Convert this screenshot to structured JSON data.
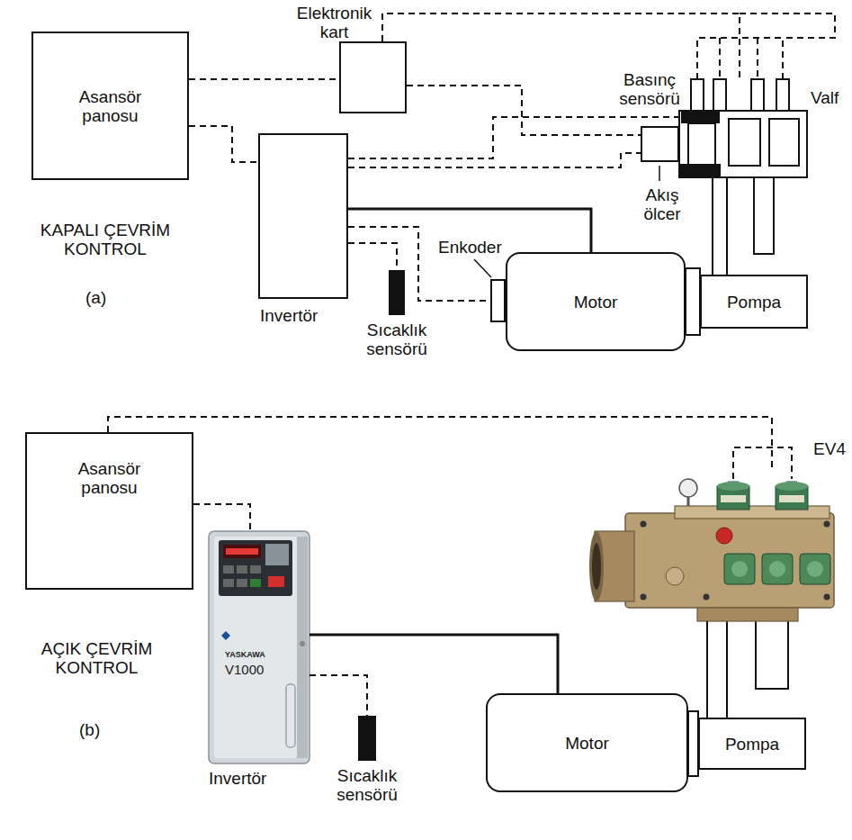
{
  "diagram": {
    "nodes": [
      {
        "text": [
          "Elektronik kart"
        ]
      },
      {
        "text": [
          "Asansör panosu"
        ]
      },
      {
        "text": [
          "Valf"
        ]
      },
      {
        "text": [
          "Basınç sensörü"
        ],
        "in": 2
      },
      {
        "text": [
          "Akış ölcer"
        ]
      },
      {
        "text": [
          "Invertör"
        ]
      },
      {
        "text": [
          "Enkoder"
        ]
      },
      {
        "text": [
          "Motor"
        ]
      },
      {
        "text": [
          "Pompa"
        ]
      },
      {
        "text": [
          "Sıcaklık sensörü"
        ]
      },
      {
        "text": [
          "Asansör panosu"
        ]
      },
      {
        "text": [
          "EV4"
        ]
      },
      {
        "text": [
          "Invertör"
        ]
      },
      {
        "text": [
          "Motor"
        ]
      },
      {
        "text": [
          "Pompa"
        ]
      },
      {
        "text": [
          "Sıcaklık sensörü"
        ]
      }
    ],
    "edges": [
      {
        "from": 1,
        "to": 0,
        "arrow": "none"
      },
      {
        "from": 0,
        "to": 2,
        "arrow": "none"
      },
      {
        "from": 0,
        "to": 4,
        "arrow": "none"
      },
      {
        "from": 1,
        "to": 5,
        "arrow": "none"
      },
      {
        "from": 5,
        "to": 3,
        "arrow": "none"
      },
      {
        "from": 5,
        "to": 4,
        "arrow": "none"
      },
      {
        "from": 5,
        "to": 7,
        "arrow": "none"
      },
      {
        "from": 5,
        "to": 6,
        "arrow": "none"
      },
      {
        "from": 5,
        "to": 9,
        "arrow": "none"
      },
      {
        "from": 8,
        "to": 2,
        "arrow": "none"
      },
      {
        "from": 10,
        "to": 11,
        "arrow": "none"
      },
      {
        "from": 10,
        "to": 12,
        "arrow": "none"
      },
      {
        "from": 12,
        "to": 13,
        "arrow": "none"
      },
      {
        "from": 12,
        "to": 15,
        "arrow": "none"
      },
      {
        "from": 14,
        "to": 11,
        "arrow": "none"
      }
    ],
    "labels": [
      "KAPALI ÇEVRİM KONTROL",
      "(a)",
      "AÇIK ÇEVRİM KONTROL",
      "(b)",
      "YASKAWA",
      "V1000"
    ]
  }
}
